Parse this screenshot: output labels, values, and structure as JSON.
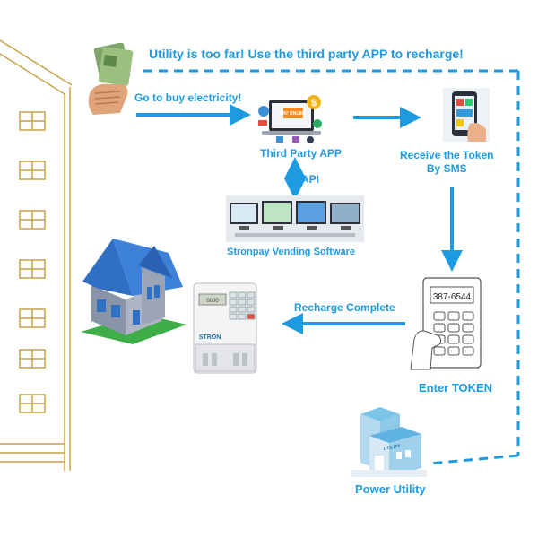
{
  "title": "Utility is too far!  Use the third party APP to recharge!",
  "steps": {
    "buy": "Go to buy electricity!",
    "third_party_app": "Third Party APP",
    "receive_line1": "Receive the Token",
    "receive_line2": "By SMS",
    "api": "API",
    "vending_software": "Stronpay Vending Software",
    "recharge_complete": "Recharge Complete",
    "enter_token": "Enter TOKEN",
    "power_utility": "Power Utility"
  },
  "keypad_display": "387-6544",
  "meter_brand": "STRON",
  "building_sign": "UTILITY",
  "app_card_text": "PAY ONLINE",
  "colors": {
    "accent": "#1e9be0",
    "building_outline": "#c9a24a",
    "roof_blue": "#2f6fc4",
    "grass": "#3fae49"
  },
  "icons": [
    "cash-in-hand-icon",
    "laptop-payment-icon",
    "phone-sms-icon",
    "computer-monitors-icon",
    "house-icon",
    "electric-meter-icon",
    "keypad-hand-icon",
    "utility-building-icon"
  ]
}
